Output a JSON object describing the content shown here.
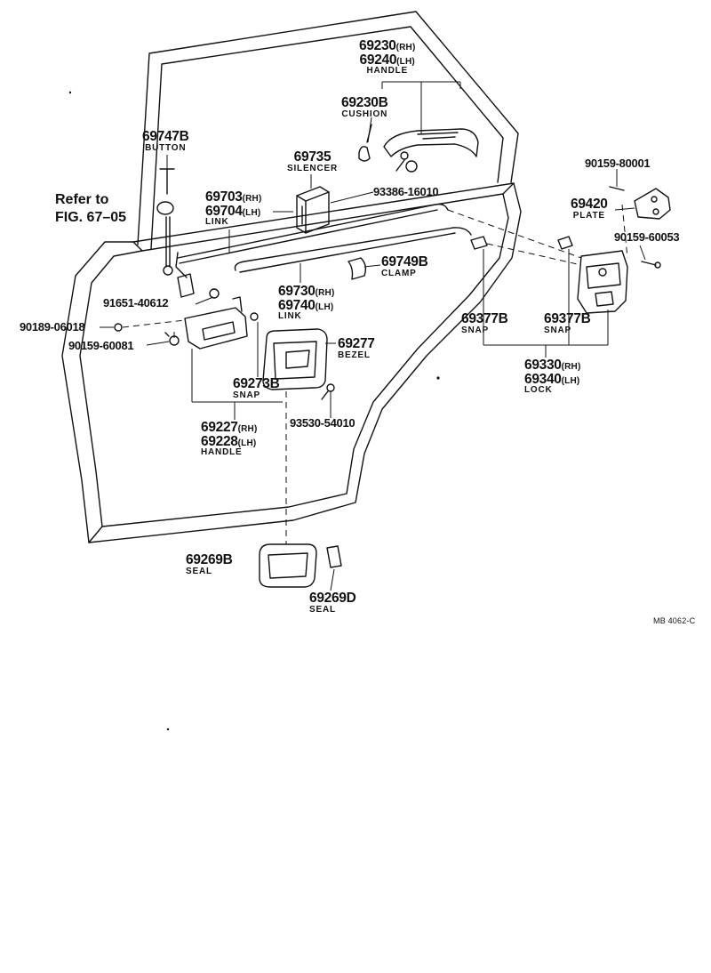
{
  "figure_ref": {
    "line1": "Refer to",
    "line2": "FIG. 67–05"
  },
  "drawing_code": "MB 4062-C",
  "parts": {
    "outside_handle": {
      "rh": "69230",
      "rh_tag": "(RH)",
      "lh": "69240",
      "lh_tag": "(LH)",
      "name": "HANDLE"
    },
    "cushion": {
      "number": "69230B",
      "name": "CUSHION"
    },
    "button": {
      "number": "69747B",
      "name": "BUTTON"
    },
    "silencer": {
      "number": "69735",
      "name": "SILENCER"
    },
    "bolt_93386": {
      "number": "93386-16010"
    },
    "bolt_90159_80001": {
      "number": "90159-80001"
    },
    "plate": {
      "number": "69420",
      "name": "PLATE"
    },
    "bolt_90159_60053": {
      "number": "90159-60053"
    },
    "link_upper": {
      "rh": "69703",
      "rh_tag": "(RH)",
      "lh": "69704",
      "lh_tag": "(LH)",
      "name": "LINK"
    },
    "clamp": {
      "number": "69749B",
      "name": "CLAMP"
    },
    "link_lower": {
      "rh": "69730",
      "rh_tag": "(RH)",
      "lh": "69740",
      "lh_tag": "(LH)",
      "name": "LINK"
    },
    "bolt_91651": {
      "number": "91651-40612"
    },
    "nut_90189": {
      "number": "90189-06018"
    },
    "bolt_90159_60081": {
      "number": "90159-60081"
    },
    "bezel": {
      "number": "69277",
      "name": "BEZEL"
    },
    "snap_handle": {
      "number": "69273B",
      "name": "SNAP"
    },
    "screw_93530": {
      "number": "93530-54010"
    },
    "inside_handle": {
      "rh": "69227",
      "rh_tag": "(RH)",
      "lh": "69228",
      "lh_tag": "(LH)",
      "name": "HANDLE"
    },
    "snap_left": {
      "number": "69377B",
      "name": "SNAP"
    },
    "snap_right": {
      "number": "69377B",
      "name": "SNAP"
    },
    "lock": {
      "rh": "69330",
      "rh_tag": "(RH)",
      "lh": "69340",
      "lh_tag": "(LH)",
      "name": "LOCK"
    },
    "seal_b": {
      "number": "69269B",
      "name": "SEAL"
    },
    "seal_d": {
      "number": "69269D",
      "name": "SEAL"
    }
  }
}
